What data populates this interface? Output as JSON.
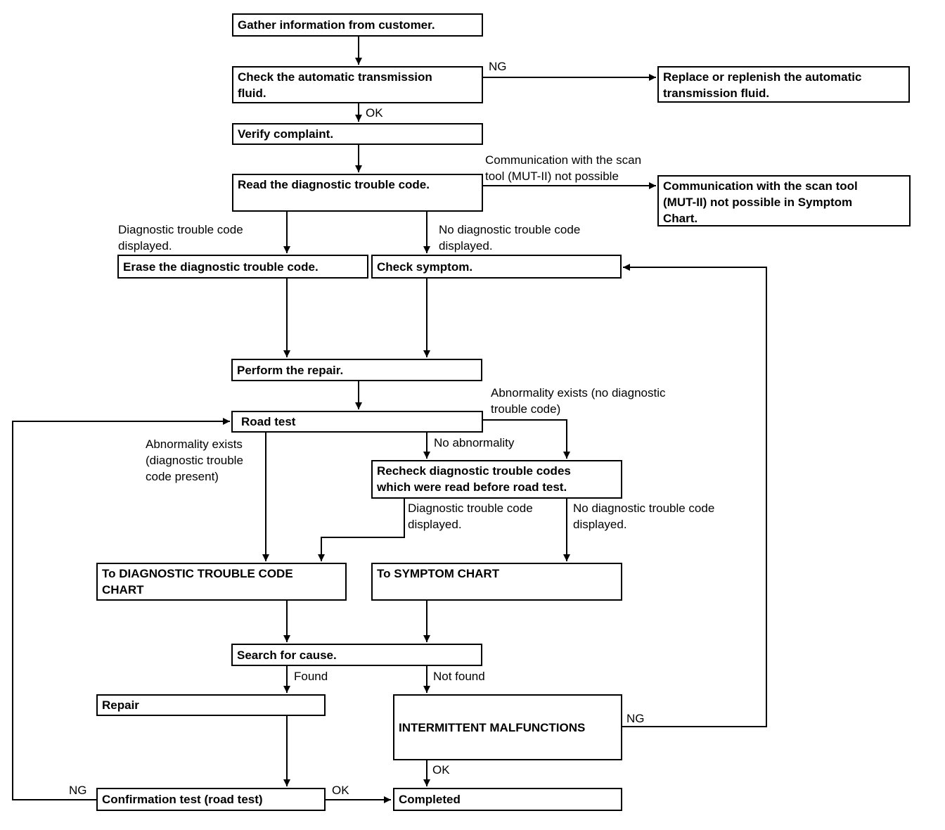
{
  "boxes": {
    "gather": "Gather information from customer.",
    "check_atf": "Check the automatic transmission\nfluid.",
    "replace_atf": "Replace or replenish the automatic\ntransmission fluid.",
    "verify": "Verify complaint.",
    "read_dtc": "Read the diagnostic trouble code.",
    "comm_symptom": "Communication with the scan tool\n(MUT-II) not possible in Symptom\nChart.",
    "erase_dtc": "Erase the diagnostic trouble code.",
    "check_symptom": "Check symptom.",
    "perform_repair": "Perform the repair.",
    "road_test": "Road test",
    "recheck": "Recheck diagnostic trouble codes\nwhich were read before road test.",
    "dtc_chart": "To DIAGNOSTIC TROUBLE CODE\nCHART",
    "symptom_chart": "To SYMPTOM CHART",
    "search_cause": "Search for cause.",
    "repair": "Repair",
    "intermittent": "INTERMITTENT MALFUNCTIONS",
    "confirmation": "Confirmation test (road test)",
    "completed": "Completed"
  },
  "labels": {
    "ng_atf": "NG",
    "ok_atf": "OK",
    "comm_not_possible": "Communication with the scan\ntool (MUT-II) not possible",
    "dtc_displayed": "Diagnostic trouble code\ndisplayed.",
    "no_dtc_displayed": "No diagnostic trouble code\ndisplayed.",
    "abn_no_dtc": "Abnormality exists (no diagnostic\ntrouble code)",
    "abn_dtc_present": "Abnormality exists\n(diagnostic trouble\ncode present)",
    "no_abnormality": "No abnormality",
    "recheck_dtc_displayed": "Diagnostic trouble code\ndisplayed.",
    "recheck_no_dtc": "No diagnostic trouble code\ndisplayed.",
    "found": "Found",
    "not_found": "Not found",
    "ng_intermittent": "NG",
    "ok_intermittent": "OK",
    "ng_confirmation": "NG",
    "ok_confirmation": "OK"
  }
}
